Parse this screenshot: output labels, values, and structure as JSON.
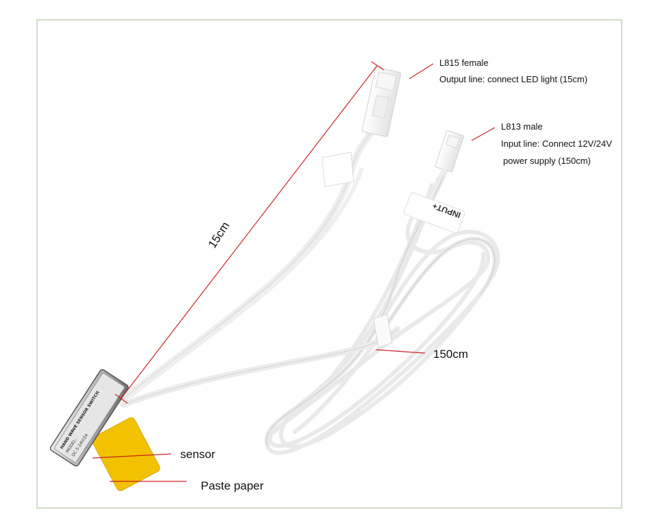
{
  "annotations": {
    "female_title": "L815 female",
    "female_desc": "Output line: connect LED light (15cm)",
    "male_title": "L813 male",
    "male_desc_1": "Input line: Connect 12V/24V",
    "male_desc_2": "power supply (150cm)",
    "length_short": "15cm",
    "length_long": "150cm",
    "sensor": "sensor",
    "paste": "Paste paper",
    "tag": "INPUT+"
  },
  "product_label": {
    "line1": "HAND WAVE SENSOR SWITCH",
    "line2": "MODEL:",
    "line3": "DC 5-24V/2A"
  },
  "colors": {
    "frame": "#cfdcc8",
    "leader_line": "#cc2222",
    "cable": "#f4f4f4",
    "paste_paper": "#f2c200",
    "sensor_body": "#c9c9c9"
  }
}
